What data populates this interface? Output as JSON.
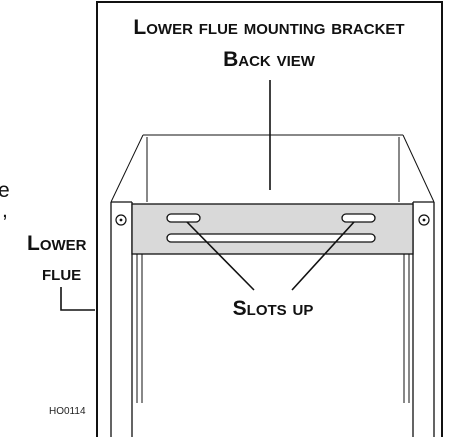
{
  "figure_code": "HO0114",
  "labels": {
    "title_line1": "Lower flue mounting bracket",
    "title_line2": "Back view",
    "left_line1": "Lower",
    "left_line2": "flue",
    "slots": "Slots up"
  },
  "clipped_text": {
    "line1": "e",
    "line2": ","
  },
  "colors": {
    "bracket_fill": "#d9d9d9",
    "line": "#111111"
  }
}
